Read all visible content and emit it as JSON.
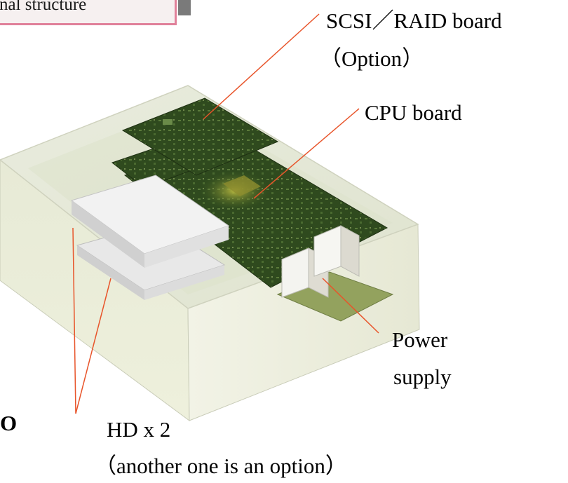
{
  "title": {
    "text": "nal structure"
  },
  "labels": {
    "scsi_raid": "SCSI／RAID board",
    "option": "（Option）",
    "cpu": "CPU board",
    "power_line1": "Power",
    "power_line2": "supply",
    "hd_line1": "HD x 2",
    "hd_line2": "（another one is an option）",
    "fragment_o": "O"
  },
  "colors": {
    "leader_line": "#e8542a",
    "title_border": "#e0809a",
    "board_green": "#2f4a1e",
    "enclosure": "#e8ebd8"
  },
  "icons": [
    "enclosure-illustration",
    "cpu-board-illustration",
    "scsi-raid-board-illustration",
    "hard-disk-illustration",
    "power-supply-illustration"
  ]
}
